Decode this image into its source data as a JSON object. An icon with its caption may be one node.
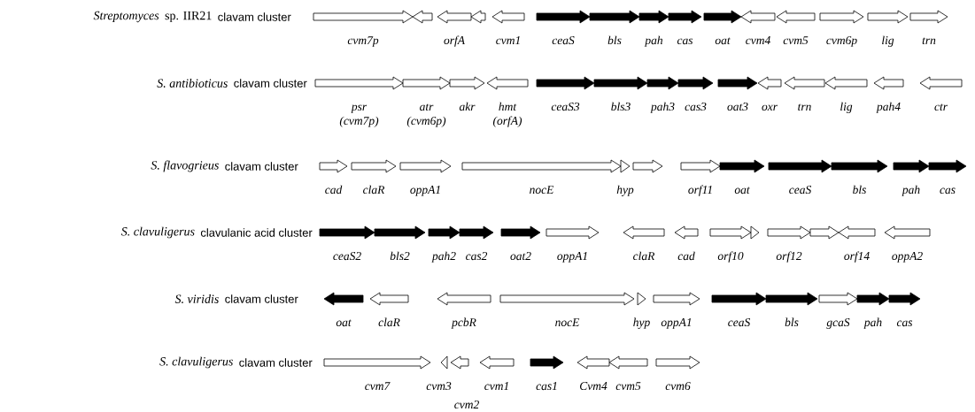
{
  "diagram": {
    "nodes": [
      {
        "text": [
          "cvm7p"
        ]
      },
      {
        "text": [],
        "shape": "arrow"
      },
      {
        "text": [
          "orfA"
        ]
      },
      {
        "text": [],
        "shape": "arrow"
      },
      {
        "text": [
          "cvm1"
        ]
      },
      {
        "text": [
          "ceaS"
        ]
      },
      {
        "text": [
          "bls"
        ]
      },
      {
        "text": [
          "pah"
        ]
      },
      {
        "text": [
          "cas"
        ]
      },
      {
        "text": [
          "oat"
        ]
      },
      {
        "text": [
          "cvm4"
        ]
      },
      {
        "text": [
          "cvm5"
        ]
      },
      {
        "text": [
          "cvm6p"
        ]
      },
      {
        "text": [
          "lig"
        ]
      },
      {
        "text": [
          "trn"
        ]
      },
      {
        "text": [
          "psr (cvm7p)"
        ]
      },
      {
        "text": [
          "atr (cvm6p)"
        ]
      },
      {
        "text": [
          "akr"
        ]
      },
      {
        "text": [
          "hmt (orfA)"
        ]
      },
      {
        "text": [
          "ceaS3"
        ]
      },
      {
        "text": [
          "bls3"
        ]
      },
      {
        "text": [
          "pah3"
        ]
      },
      {
        "text": [
          "cas3"
        ]
      },
      {
        "text": [
          "oat3"
        ]
      },
      {
        "text": [
          "oxr"
        ]
      },
      {
        "text": [
          "trn"
        ]
      },
      {
        "text": [
          "lig"
        ]
      },
      {
        "text": [
          "pah4"
        ]
      },
      {
        "text": [
          "ctr"
        ]
      },
      {
        "text": [
          "cad"
        ]
      },
      {
        "text": [
          "claR"
        ]
      },
      {
        "text": [
          "oppA1"
        ]
      },
      {
        "text": [
          "nocE"
        ]
      },
      {
        "text": [
          "hyp"
        ]
      },
      {
        "text": [],
        "shape": "arrow"
      },
      {
        "text": [
          "orf11"
        ]
      },
      {
        "text": [
          "oat"
        ]
      },
      {
        "text": [
          "ceaS"
        ]
      },
      {
        "text": [
          "bls"
        ]
      },
      {
        "text": [
          "pah"
        ]
      },
      {
        "text": [
          "cas"
        ]
      },
      {
        "text": [
          "ceaS2"
        ]
      },
      {
        "text": [
          "bls2"
        ]
      },
      {
        "text": [
          "pah2"
        ]
      },
      {
        "text": [
          "cas2"
        ]
      },
      {
        "text": [
          "oat2"
        ]
      },
      {
        "text": [
          "oppA1"
        ]
      },
      {
        "text": [
          "claR"
        ]
      },
      {
        "text": [
          "cad"
        ]
      },
      {
        "text": [
          "orf10"
        ]
      },
      {
        "text": [],
        "shape": "triangle"
      },
      {
        "text": [
          "orf12"
        ]
      },
      {
        "text": [],
        "shape": "arrow"
      },
      {
        "text": [
          "orf14"
        ]
      },
      {
        "text": [
          "oppA2"
        ]
      },
      {
        "text": [
          "oat"
        ]
      },
      {
        "text": [
          "claR"
        ]
      },
      {
        "text": [
          "pcbR"
        ]
      },
      {
        "text": [
          "nocE"
        ]
      },
      {
        "text": [
          "hyp"
        ]
      },
      {
        "text": [
          "oppA1"
        ]
      },
      {
        "text": [
          "ceaS"
        ]
      },
      {
        "text": [
          "bls"
        ]
      },
      {
        "text": [
          "gcaS"
        ]
      },
      {
        "text": [
          "pah"
        ]
      },
      {
        "text": [
          "cas"
        ]
      },
      {
        "text": [
          "cvm7"
        ]
      },
      {
        "text": [
          "cvm3"
        ]
      },
      {
        "text": [
          "cvm2"
        ]
      },
      {
        "text": [
          "cvm1"
        ]
      },
      {
        "text": [
          "cas1"
        ]
      },
      {
        "text": [
          "Cvm4"
        ]
      },
      {
        "text": [
          "cvm5"
        ]
      },
      {
        "text": [
          "cvm6"
        ]
      }
    ],
    "labels": [
      "Streptomyces",
      "sp. IIR21",
      "clavam cluster",
      "S. antibioticus",
      "clavam cluster",
      "S. flavogrieus",
      "clavam cluster",
      "S. clavuligerus",
      "clavulanic acid  cluster",
      "S. viridis",
      "clavam cluster",
      "S. clavuligerus",
      "clavam cluster"
    ]
  }
}
